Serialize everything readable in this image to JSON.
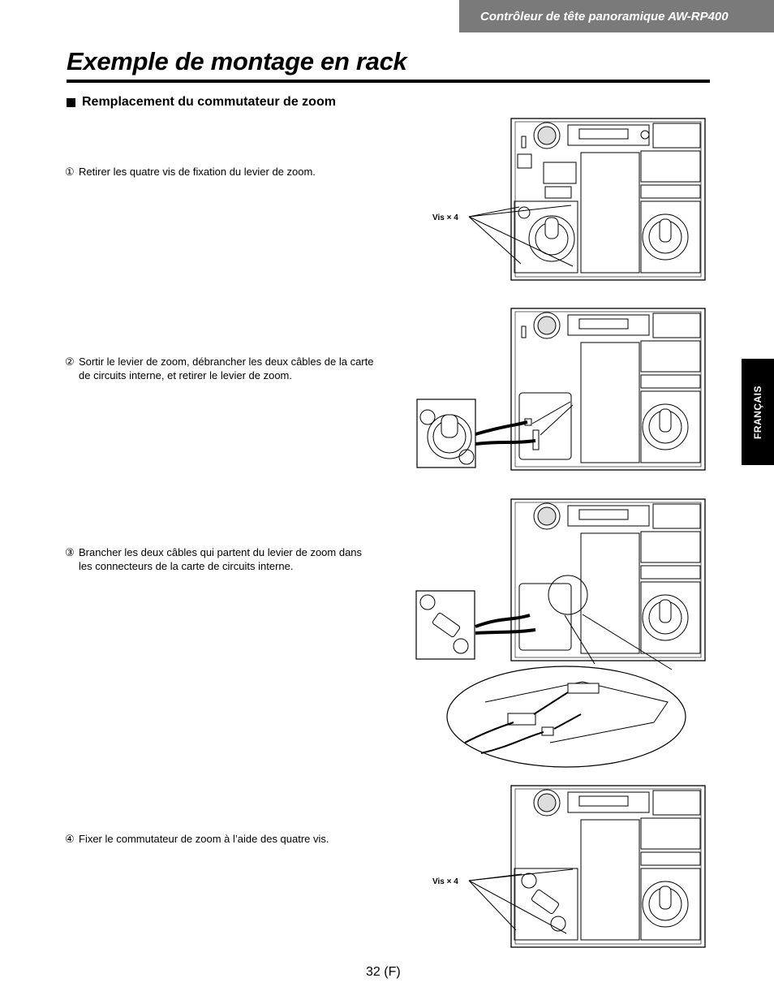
{
  "header": {
    "product": "Contrôleur de tête panoramique  AW-RP400"
  },
  "page_title": "Exemple de montage en rack",
  "section": {
    "title": "Remplacement du commutateur de zoom"
  },
  "steps": [
    {
      "num": "①",
      "text": "Retirer les quatre vis de fixation du levier de zoom."
    },
    {
      "num": "②",
      "text": "Sortir le levier de zoom, débrancher les deux câbles de la carte de circuits interne, et retirer le levier de zoom."
    },
    {
      "num": "③",
      "text": "Brancher les deux câbles qui partent du levier de zoom dans les connecteurs de la carte de circuits interne."
    },
    {
      "num": "④",
      "text": "Fixer le commutateur de zoom à l’aide des quatre vis."
    }
  ],
  "figure_labels": {
    "screws_1": "Vis × 4",
    "screws_4": "Vis × 4"
  },
  "sidebar_tab": {
    "label": "FRANÇAIS"
  },
  "footer": {
    "page_number": "32 (F)"
  }
}
